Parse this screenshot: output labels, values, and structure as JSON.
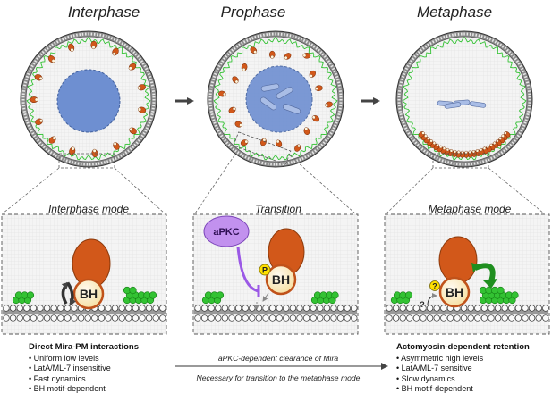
{
  "phases": [
    "Interphase",
    "Prophase",
    "Metaphase"
  ],
  "modes": [
    "Interphase mode",
    "Transition",
    "Metaphase mode"
  ],
  "labels": {
    "bh": "BH",
    "apkc": "aPKC",
    "p": "P",
    "question": "?"
  },
  "left_notes": {
    "heading": "Direct Mira-PM interactions",
    "items": [
      "Uniform low levels",
      "LatA/ML-7 insensitive",
      "Fast dynamics",
      "BH motif-dependent"
    ]
  },
  "right_notes": {
    "heading": "Actomyosin-dependent retention",
    "items": [
      "Asymmetric high levels",
      "LatA/ML-7 sensitive",
      "Slow dynamics",
      "BH motif-dependent"
    ]
  },
  "arrow_texts": {
    "top": "aPKC-dependent clearance of Mira",
    "bottom": "Necessary for transition to the metaphase mode"
  },
  "colors": {
    "mira": "#d2581a",
    "bh_fill": "#fdf0c4",
    "nucleus": "#6e8fd1",
    "chromosome": "#a9bde6",
    "actin": "#33c233",
    "apkc": "#c291ee",
    "inhibition": "#9b59e6",
    "membrane": "#8a8a8a",
    "arrow": "#444444"
  }
}
